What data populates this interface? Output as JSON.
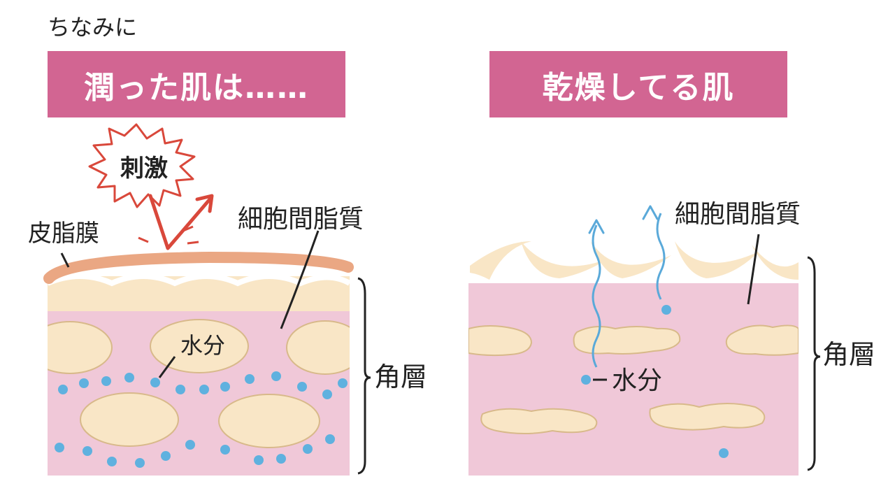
{
  "intro": "ちなみに",
  "left_panel": {
    "title": "潤った肌は……",
    "stimulus_label": "刺激",
    "sebum_label": "皮脂膜",
    "lipid_label": "細胞間脂質",
    "water_label": "水分",
    "layer_label": "角層"
  },
  "right_panel": {
    "title": "乾燥してる肌",
    "lipid_label": "細胞間脂質",
    "water_label": "水分",
    "layer_label": "角層"
  },
  "colors": {
    "title_bg": "#d26592",
    "skin_pink": "#f0c8d8",
    "cell_cream": "#f9e6c6",
    "sebum": "#eaa783",
    "water_dot": "#5fb1df",
    "arrow_red": "#d9483b",
    "vapor_blue": "#5aa9d9"
  }
}
